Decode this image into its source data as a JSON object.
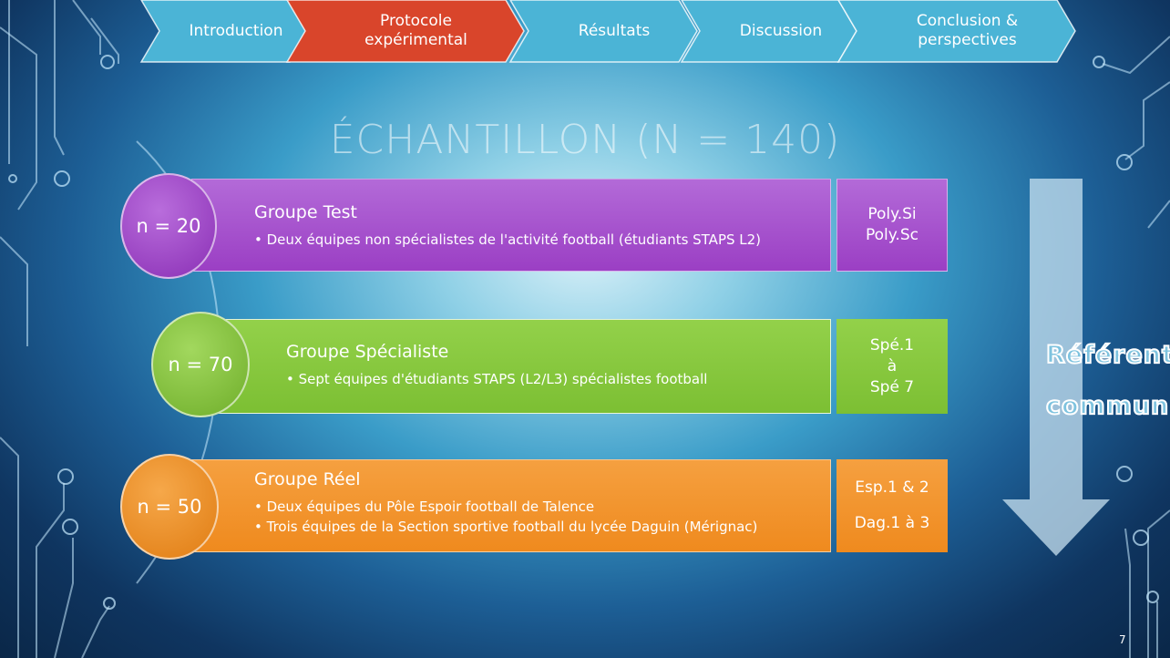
{
  "nav": {
    "items": [
      {
        "label_line1": "Introduction",
        "label_line2": ""
      },
      {
        "label_line1": "Protocole",
        "label_line2": "expérimental"
      },
      {
        "label_line1": "Résultats",
        "label_line2": ""
      },
      {
        "label_line1": "Discussion",
        "label_line2": ""
      },
      {
        "label_line1": "Conclusion &",
        "label_line2": "perspectives"
      }
    ],
    "active_index": 1
  },
  "title": "ÉCHANTILLON (N = 140)",
  "groups": [
    {
      "count": "n = 20",
      "name": "Groupe Test",
      "items": [
        "Deux équipes non spécialistes de l'activité football (étudiants STAPS L2)"
      ],
      "badge": [
        "Poly.Si",
        "Poly.Sc"
      ],
      "color": "#9b3fc4"
    },
    {
      "count": "n = 70",
      "name": "Groupe Spécialiste",
      "items": [
        "Sept équipes d'étudiants STAPS (L2/L3) spécialistes football"
      ],
      "badge": [
        "Spé.1",
        "à",
        "Spé 7"
      ],
      "color": "#7cbf33"
    },
    {
      "count": "n = 50",
      "name": "Groupe Réel",
      "items": [
        "Deux équipes du Pôle Espoir football de Talence",
        "Trois équipes de la Section sportive football du lycée Daguin (Mérignac)"
      ],
      "badge": [
        "Esp.1 & 2",
        "",
        "Dag.1 à 3"
      ],
      "color": "#f08a1c"
    }
  ],
  "reference": {
    "line1": "Référentiel",
    "line2": "commun"
  },
  "page_number": "7",
  "colors": {
    "nav_active": "#d9452b",
    "nav_inactive": "#4bb4d6",
    "arrow": "#b7d8ec"
  }
}
